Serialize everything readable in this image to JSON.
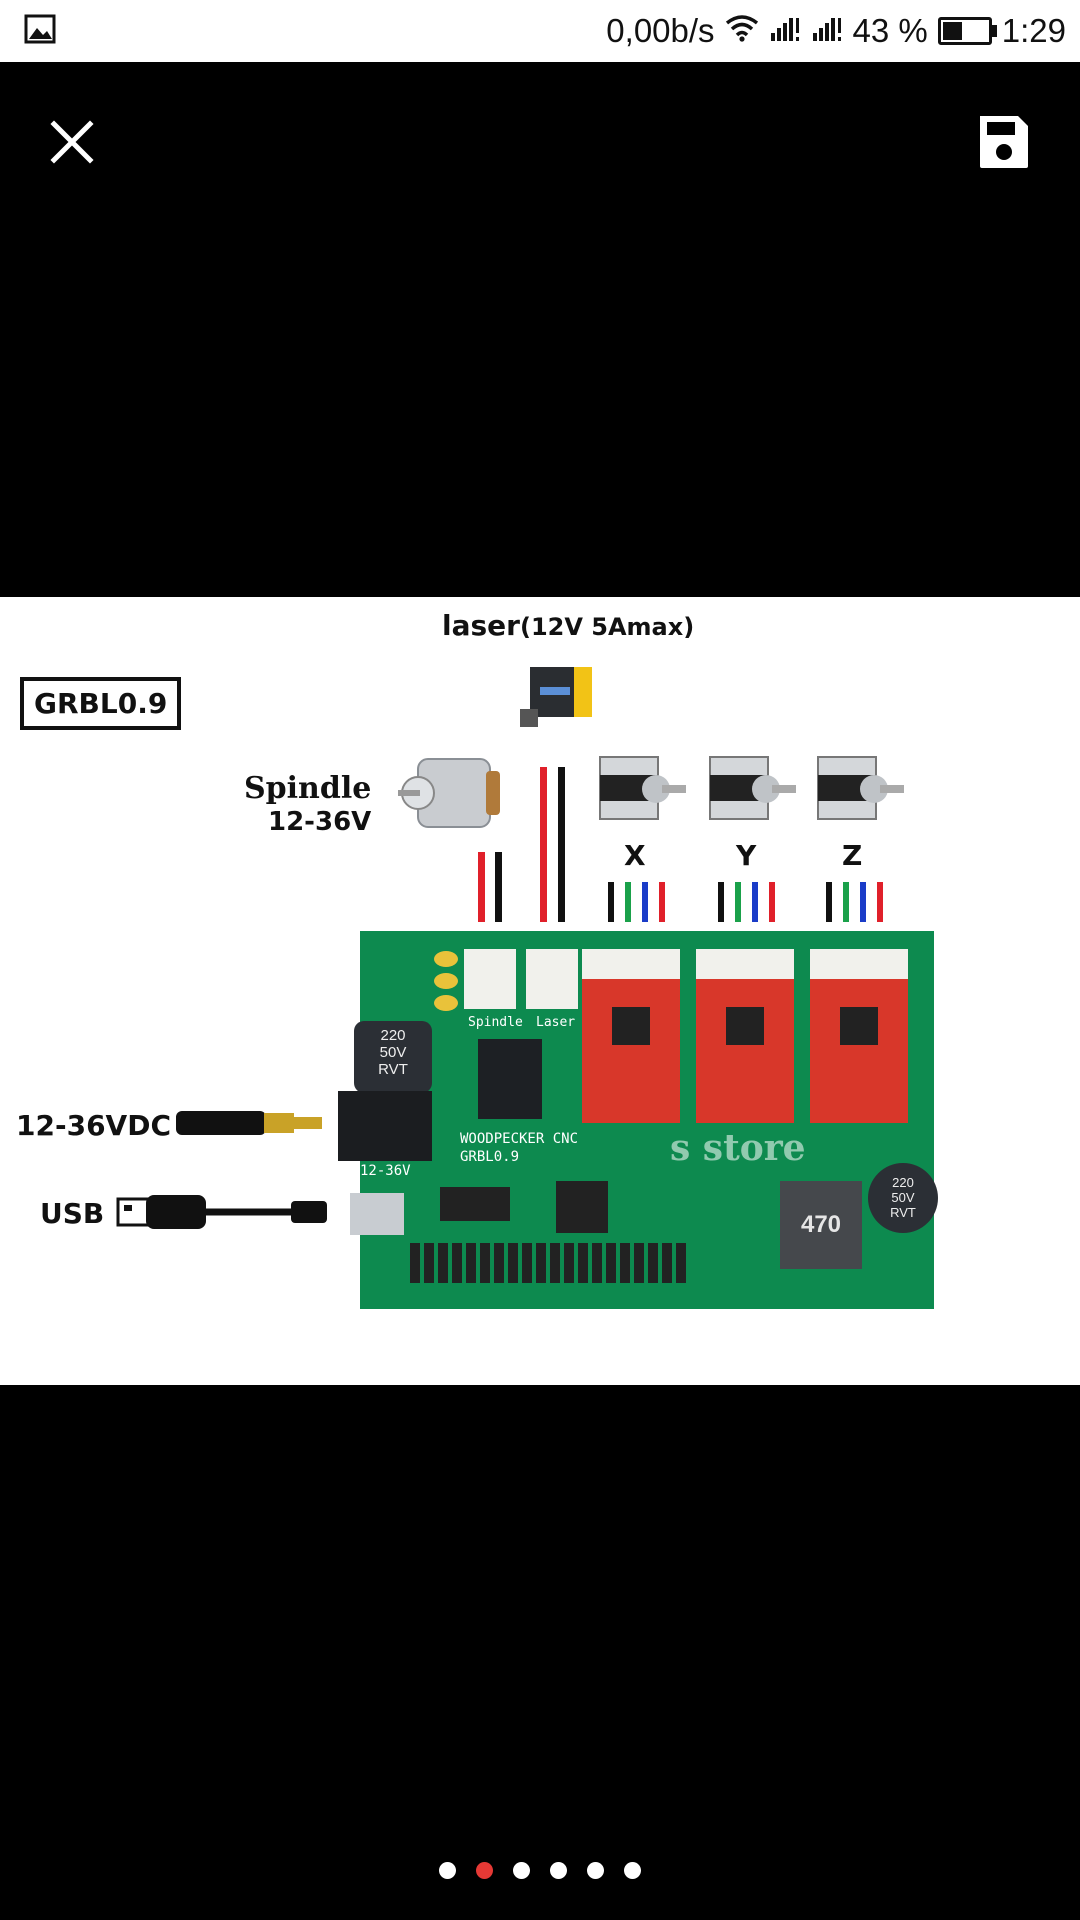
{
  "status_bar": {
    "net_speed": "0,00b/s",
    "battery": "43 %",
    "battery_level": 0.43,
    "time": "1:29",
    "icons": [
      "image-icon",
      "wifi-icon",
      "signal-icon",
      "signal-icon",
      "battery-icon"
    ]
  },
  "toolbar": {
    "close_icon": "close-icon",
    "save_icon": "save-icon"
  },
  "photo": {
    "laser_label": "laser",
    "laser_spec": "(12V 5Amax)",
    "grbl_label": "GRBL0.9",
    "spindle_label": "Spindle",
    "spindle_voltage": "12-36V",
    "axis_x": "X",
    "axis_y": "Y",
    "axis_z": "Z",
    "power_label": "12-36VDC",
    "usb_label": "USB",
    "board_brand": "WOODPECKER CNC",
    "board_version": "GRBL0.9",
    "board_voltage": "12-36V",
    "cap_left": [
      "220",
      "50V",
      "RVT"
    ],
    "cap_right": [
      "220",
      "50V",
      "RVT"
    ],
    "inductor": "470",
    "watermark": "s store",
    "connector_spindle": "Spindle",
    "connector_laser": "Laser",
    "colors": {
      "pcb": "#0d8a4f",
      "driver": "#d8372a",
      "wire_red": "#e0202a",
      "wire_green": "#1aa14a",
      "wire_blue": "#1a3cc8"
    }
  },
  "pager": {
    "count": 6,
    "active_index": 1
  }
}
